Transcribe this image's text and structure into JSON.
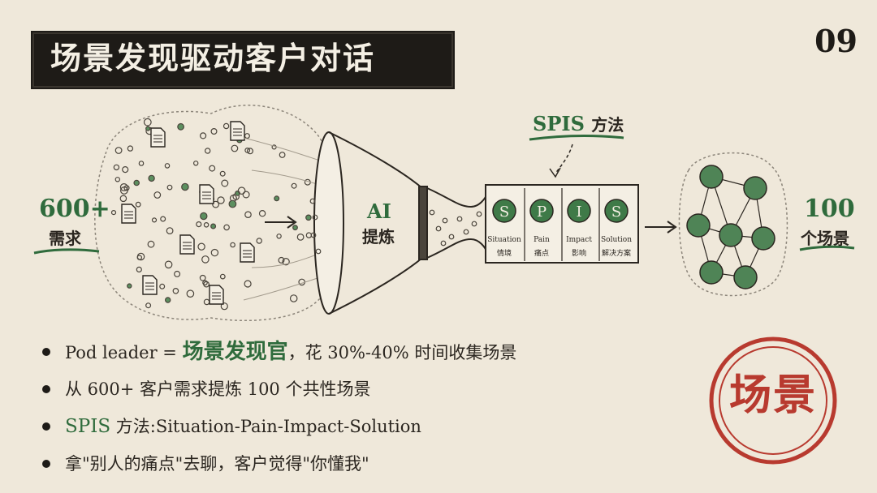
{
  "title": "场景发现驱动客户对话",
  "page_number": "09",
  "diagram": {
    "input_count": "600+",
    "input_label": "需求",
    "funnel_label_top": "AI",
    "funnel_label_bottom": "提炼",
    "method_label_prefix": "SPIS",
    "method_label_suffix": "方法",
    "spis_boxes": [
      {
        "letter": "S",
        "en": "Situation",
        "zh": "情境"
      },
      {
        "letter": "P",
        "en": "Pain",
        "zh": "痛点"
      },
      {
        "letter": "I",
        "en": "Impact",
        "zh": "影响"
      },
      {
        "letter": "S",
        "en": "Solution",
        "zh": "解决方案"
      }
    ],
    "output_count": "100",
    "output_label": "个场景"
  },
  "bullets": [
    {
      "pre": "Pod leader = ",
      "highlight": "场景发现官",
      "post": "，花 30%-40% 时间收集场景"
    },
    {
      "pre": "",
      "highlight": "",
      "post": "从 600+ 客户需求提炼 100 个共性场景"
    },
    {
      "pre": "",
      "highlight": "SPIS",
      "post": " 方法:Situation-Pain-Impact-Solution"
    },
    {
      "pre": "",
      "highlight": "",
      "post": "拿\"别人的痛点\"去聊，客户觉得\"你懂我\""
    }
  ],
  "stamp_text": "场景",
  "colors": {
    "accent_green": "#2f6b3c",
    "stamp_red": "#b83a2f",
    "dark": "#1e1b17",
    "background": "#efe8da"
  }
}
